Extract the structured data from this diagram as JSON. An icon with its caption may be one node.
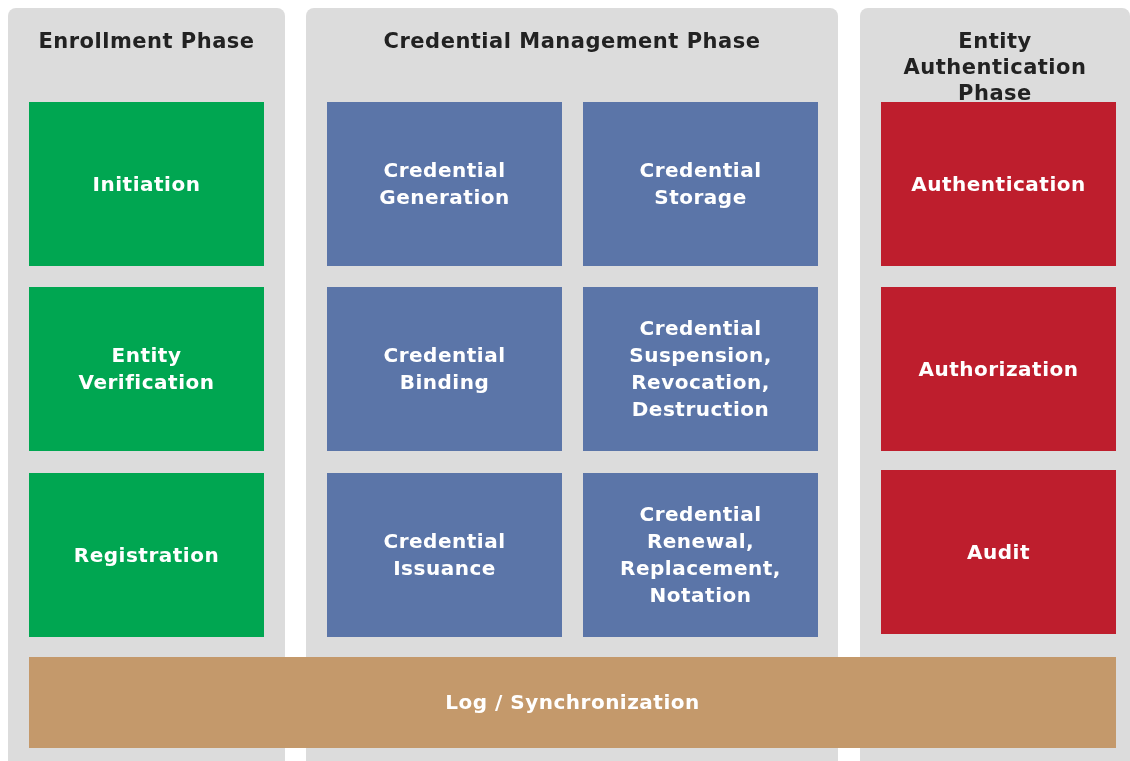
{
  "diagram": {
    "nodes": [
      {
        "text": [
          "Enrollment Phase"
        ]
      },
      {
        "text": [
          "Initiation"
        ],
        "in": 0
      },
      {
        "text": [
          "Entity Verification"
        ],
        "in": 0
      },
      {
        "text": [
          "Registration"
        ],
        "in": 0
      },
      {
        "text": [
          "Credential Management Phase"
        ]
      },
      {
        "text": [
          "Credential Generation"
        ],
        "in": 4
      },
      {
        "text": [
          "Credential Storage"
        ],
        "in": 4
      },
      {
        "text": [
          "Credential Binding"
        ],
        "in": 4
      },
      {
        "text": [
          "Credential Suspension, Revocation, Destruction"
        ],
        "in": 4
      },
      {
        "text": [
          "Credential Issuance"
        ],
        "in": 4
      },
      {
        "text": [
          "Credential Renewal, Replacement, Notation"
        ],
        "in": 4
      },
      {
        "text": [
          "Entity Authentication Phase"
        ]
      },
      {
        "text": [
          "Authentication"
        ],
        "in": 11
      },
      {
        "text": [
          "Authorization"
        ],
        "in": 11
      },
      {
        "text": [
          "Audit"
        ],
        "in": 11
      },
      {
        "text": [
          "Log / Synchronization"
        ]
      }
    ]
  }
}
